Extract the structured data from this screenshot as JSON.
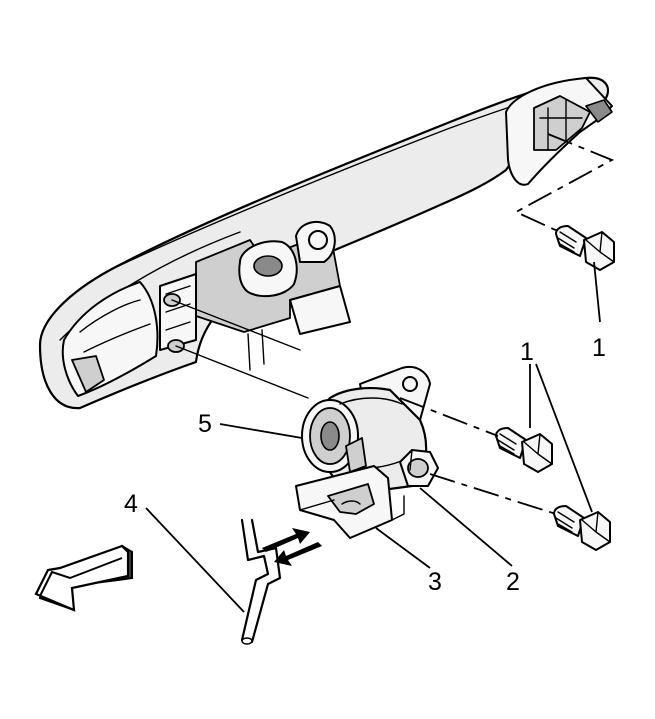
{
  "callouts": [
    {
      "id": "c1a",
      "label": "1"
    },
    {
      "id": "c1b",
      "label": "1"
    },
    {
      "id": "c2",
      "label": "2"
    },
    {
      "id": "c3",
      "label": "3"
    },
    {
      "id": "c4",
      "label": "4"
    },
    {
      "id": "c5",
      "label": "5"
    }
  ],
  "parts": [
    {
      "callout": "1",
      "name": "bolt"
    },
    {
      "callout": "2",
      "name": "lock-cylinder-nut"
    },
    {
      "callout": "3",
      "name": "lock-cylinder-retainer"
    },
    {
      "callout": "4",
      "name": "lock-rod"
    },
    {
      "callout": "5",
      "name": "lock-cylinder"
    }
  ],
  "colors": {
    "line": "#000000",
    "shade_light": "#ececec",
    "shade_mid": "#cfcfcf",
    "shade_dark": "#8a8a8a",
    "background": "#ffffff"
  },
  "icons": [
    "front-direction-arrow-icon",
    "motion-arrows-icon"
  ]
}
